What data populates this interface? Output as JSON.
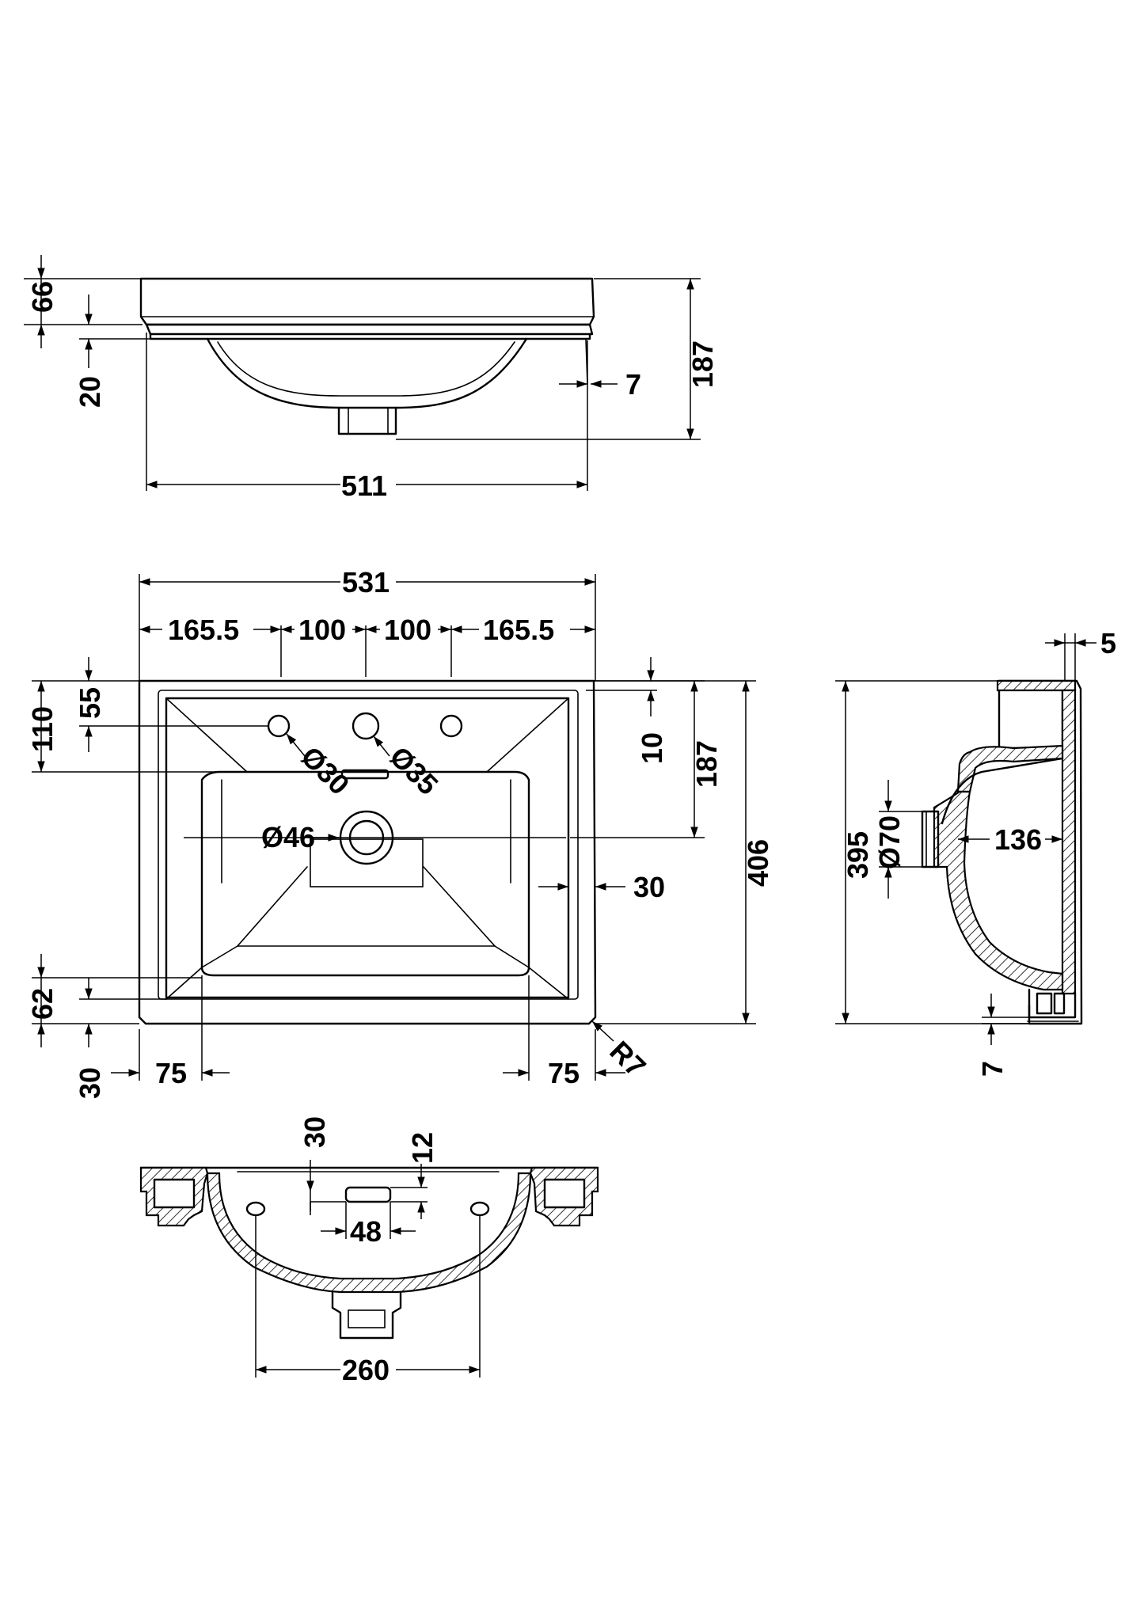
{
  "side_view": {
    "dim_66": "66",
    "dim_20": "20",
    "dim_7": "7",
    "dim_187": "187",
    "dim_511": "511"
  },
  "plan_view": {
    "dim_531": "531",
    "dim_165_5_left": "165.5",
    "dim_100_left": "100",
    "dim_100_right": "100",
    "dim_165_5_right": "165.5",
    "dim_110": "110",
    "dim_55": "55",
    "dim_10": "10",
    "dim_187": "187",
    "dim_406": "406",
    "dim_tap_hole": "Ø30",
    "dim_overflow": "Ø35",
    "dim_waste": "Ø46",
    "dim_30": "30",
    "dim_62": "62",
    "dim_30_bottom": "30",
    "dim_75_left": "75",
    "dim_75_right": "75",
    "dim_radius": "R7"
  },
  "end_view": {
    "dim_5": "5",
    "dim_395": "395",
    "dim_waste_outlet": "Ø70",
    "dim_136": "136",
    "dim_7": "7"
  },
  "section_view": {
    "dim_30": "30",
    "dim_12": "12",
    "dim_48": "48",
    "dim_260": "260"
  }
}
